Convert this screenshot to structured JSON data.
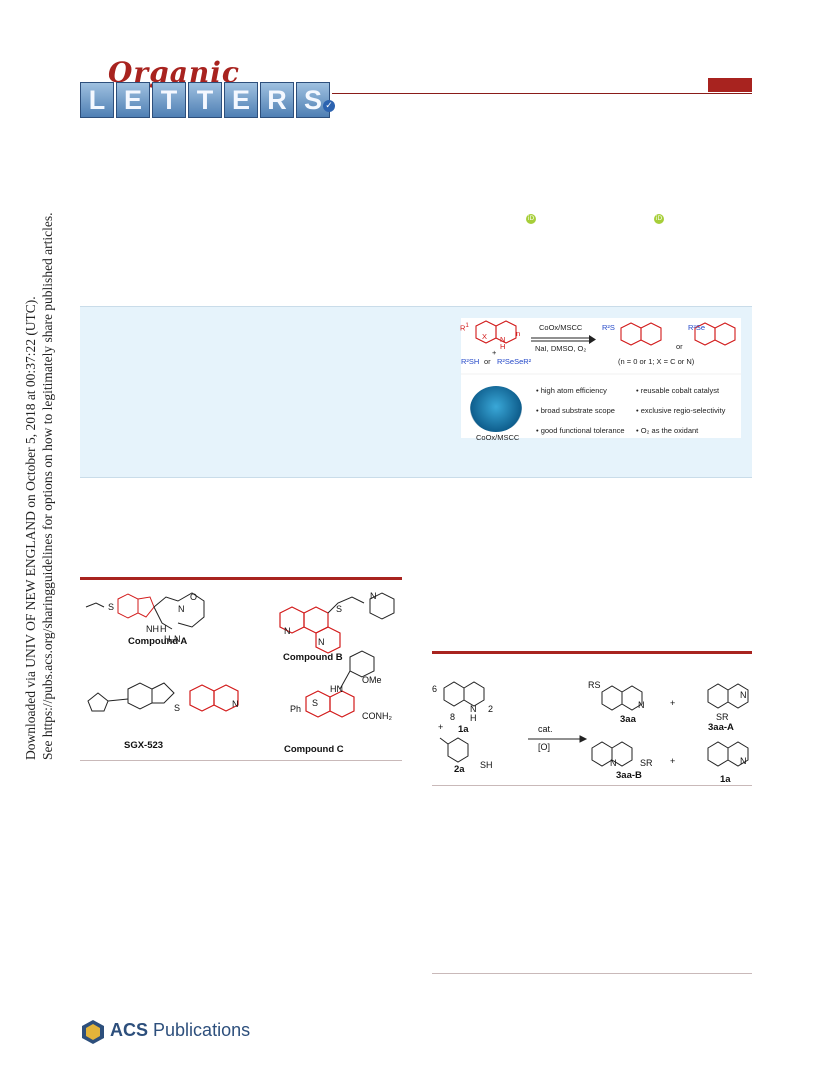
{
  "journal": {
    "logo_script": "Organic",
    "logo_letters": [
      "L",
      "E",
      "T",
      "T",
      "E",
      "R",
      "S"
    ],
    "check_icon": "check-badge-icon"
  },
  "orcid_icons": [
    "orcid-icon",
    "orcid-icon"
  ],
  "sidebar": {
    "line1": "Downloaded via UNIV OF NEW ENGLAND on October 5, 2018 at 00:37:22 (UTC).",
    "line2": "See https://pubs.acs.org/sharingguidelines for options on how to legitimately share published articles."
  },
  "toc_graphic": {
    "reagent_r1": "R",
    "r1_sup": "1",
    "amine_x": "X",
    "amine_nh": "N",
    "amine_h": "H",
    "n_sub": "n",
    "plus": "+",
    "thiol": "R²SH",
    "or_word": "or",
    "diselenide": "R²SeSeR²",
    "catalyst": "CoOx/MSCC",
    "conditions": "NaI, DMSO, O₂",
    "product_s": "R²S",
    "product_se": "R²Se",
    "or_between": "or",
    "scope_note": "(n = 0 or 1; X = C or N)",
    "sphere_label": "CoOx/MSCC",
    "features": [
      "high atom efficiency",
      "broad substrate scope",
      "good functional tolerance",
      "reusable cobalt catalyst",
      "exclusive regio-selectivity",
      "O₂ as the oxidant"
    ]
  },
  "figure1": {
    "compounds": [
      "Compound A",
      "Compound B",
      "SGX-523",
      "Compound C"
    ],
    "atom_labels": {
      "s": "S",
      "o": "O",
      "n": "N",
      "nh": "NH",
      "h": "H",
      "nh2": "H₂N",
      "ome": "OMe",
      "hn": "HN",
      "conh2": "CONH₂",
      "ph": "Ph"
    }
  },
  "scheme1": {
    "reactant_amine": "1a",
    "reactant_thiol": "2a",
    "thiol_group": "SH",
    "position_labels": [
      "6",
      "8",
      "2"
    ],
    "nh": "N",
    "h": "H",
    "plus": "+",
    "arrow_top": "cat.",
    "arrow_bottom": "[O]",
    "products": [
      "3aa",
      "3aa-A",
      "3aa-B",
      "1a"
    ],
    "rs_group": "RS",
    "sr_group": "SR",
    "n_label": "N"
  },
  "footer": {
    "publisher_bold": "ACS",
    "publisher_rest": "Publications"
  }
}
